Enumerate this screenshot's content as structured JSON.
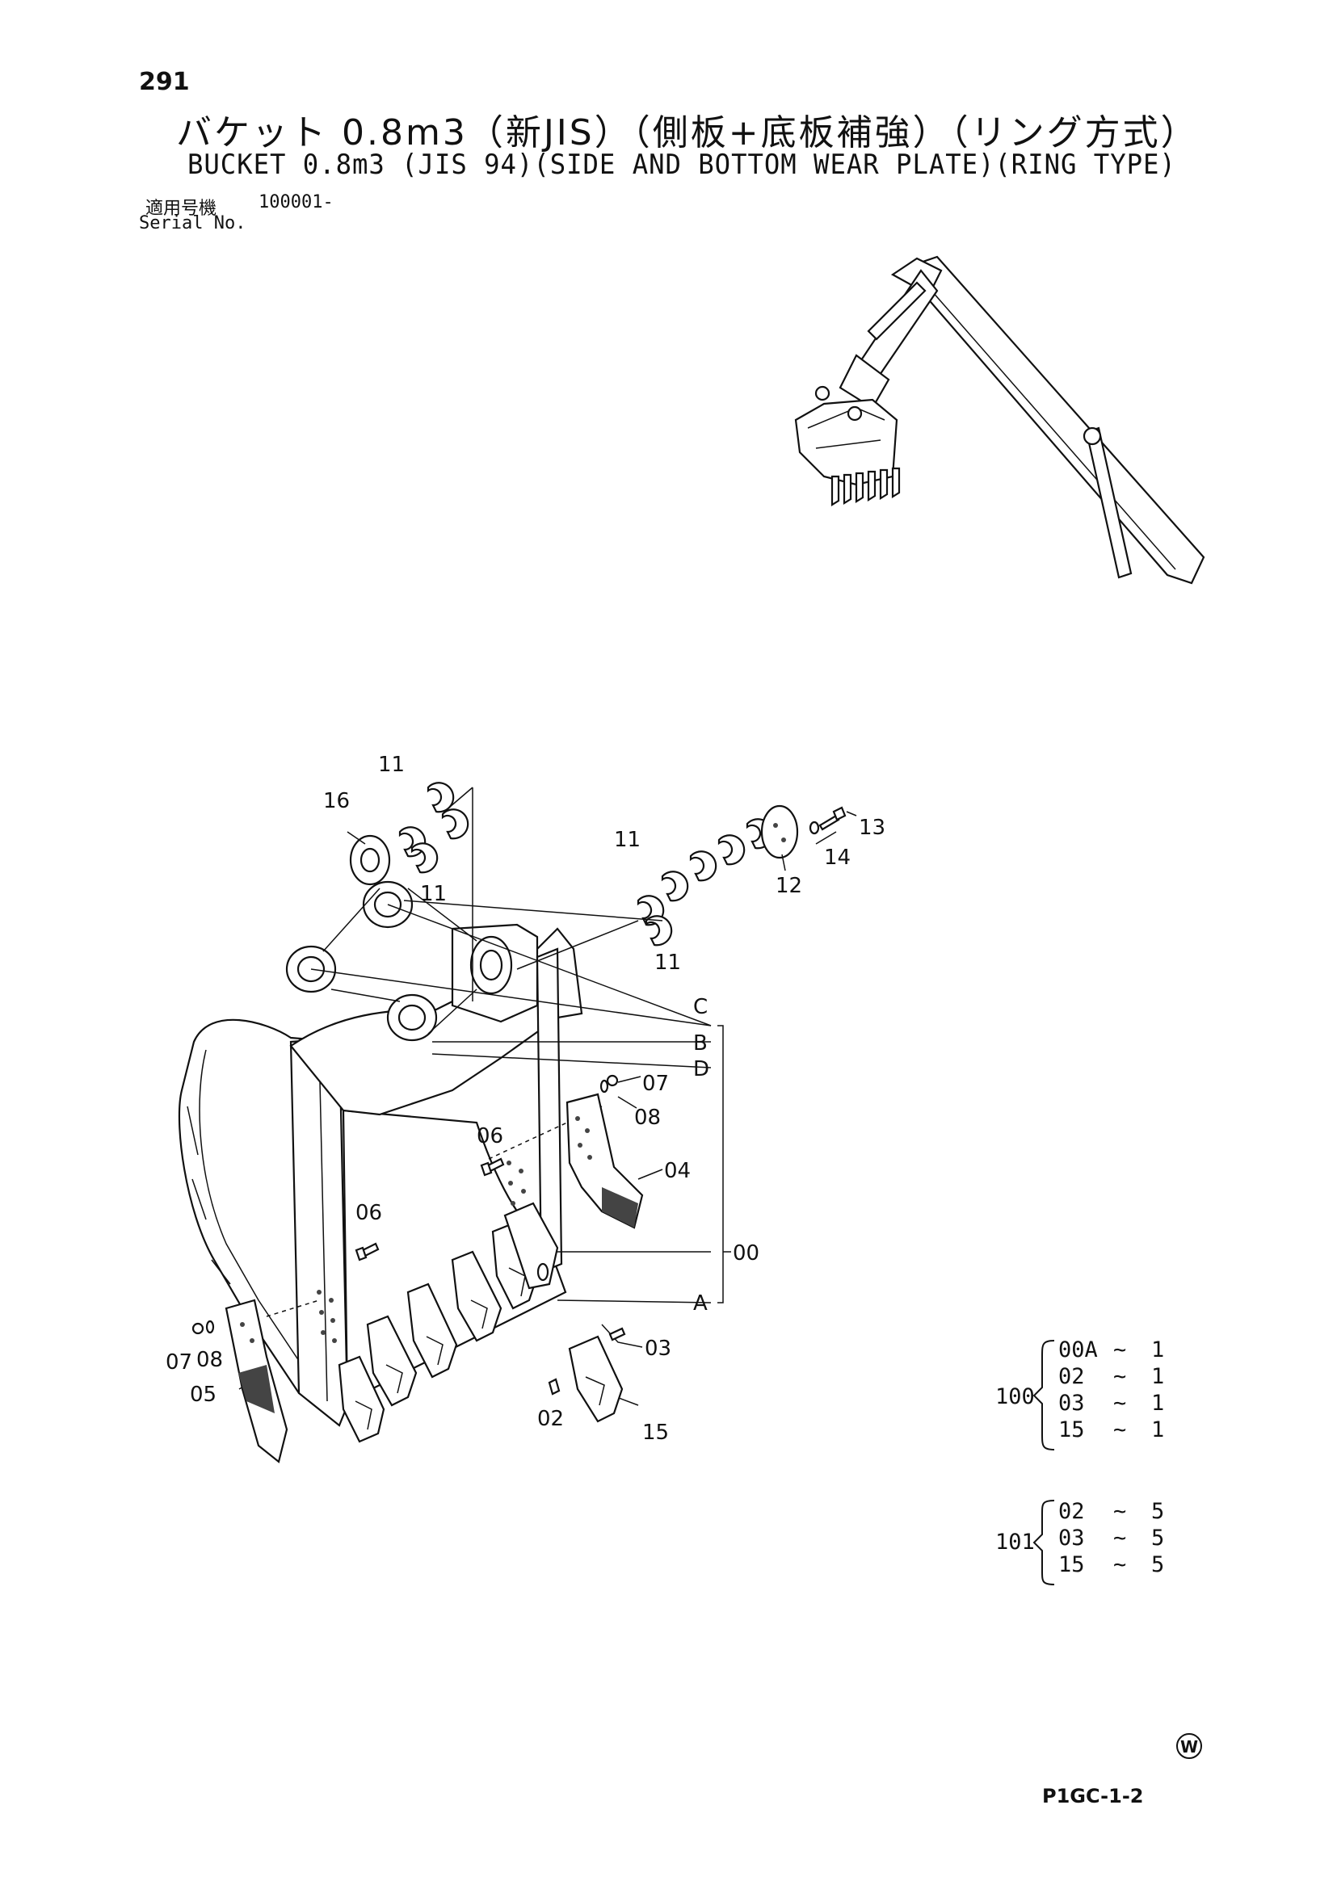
{
  "header": {
    "page_number": "291",
    "title_ja": "バケット 0.8m3（新JIS）（側板+底板補強）（リング方式）",
    "title_en": "BUCKET 0.8m3 (JIS 94)(SIDE AND BOTTOM WEAR PLATE)(RING TYPE)",
    "serial_label_ja": "適用号機",
    "serial_value": "100001-",
    "serial_label_en": "Serial No."
  },
  "callouts": {
    "c11a": "11",
    "c16": "16",
    "c11b": "11",
    "c11c": "11",
    "c11d": "11",
    "c13": "13",
    "c14": "14",
    "c12": "12",
    "cC": "C",
    "cB": "B",
    "cD": "D",
    "cA": "A",
    "c00": "00",
    "c07a": "07",
    "c08a": "08",
    "c06a": "06",
    "c04": "04",
    "c06b": "06",
    "c03": "03",
    "c02": "02",
    "c15": "15",
    "c07b": "07",
    "c08b": "08",
    "c05": "05"
  },
  "kits": [
    {
      "number": "100",
      "rows": [
        {
          "part": "00A",
          "qty": "1"
        },
        {
          "part": "02",
          "qty": "1"
        },
        {
          "part": "03",
          "qty": "1"
        },
        {
          "part": "15",
          "qty": "1"
        }
      ]
    },
    {
      "number": "101",
      "rows": [
        {
          "part": "02",
          "qty": "5"
        },
        {
          "part": "03",
          "qty": "5"
        },
        {
          "part": "15",
          "qty": "5"
        }
      ]
    }
  ],
  "tilde": "~",
  "footer": {
    "mark": "W",
    "page_code": "P1GC-1-2"
  }
}
